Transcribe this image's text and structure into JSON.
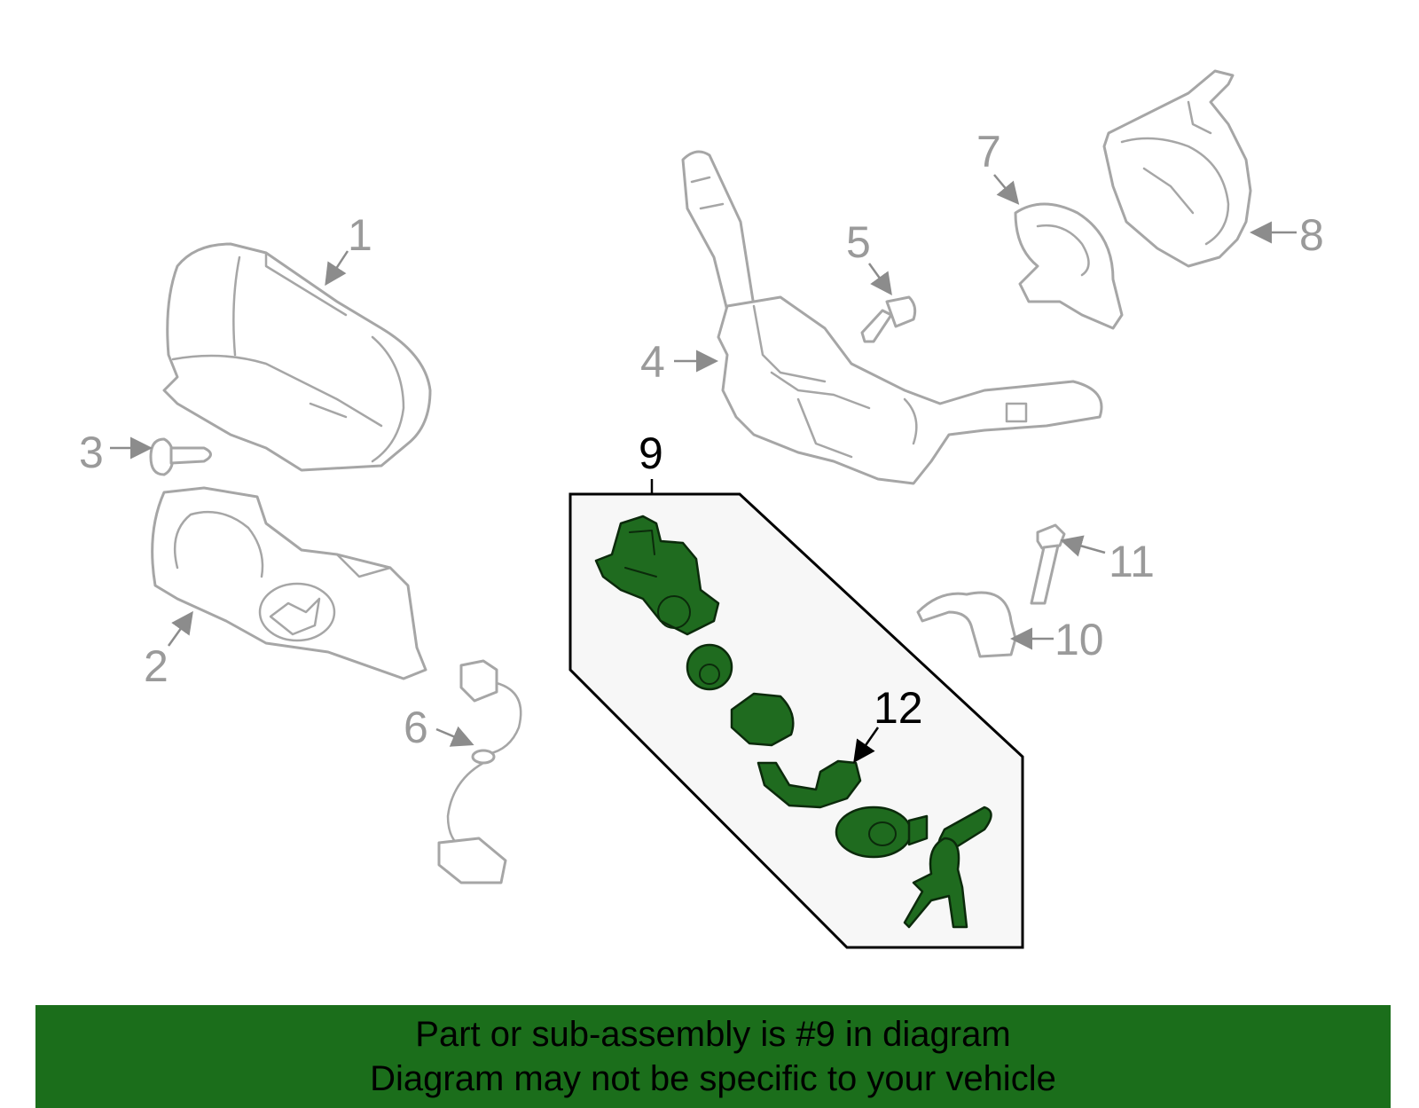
{
  "diagram": {
    "callouts": {
      "c1": "1",
      "c2": "2",
      "c3": "3",
      "c4": "4",
      "c5": "5",
      "c6": "6",
      "c7": "7",
      "c8": "8",
      "c9": "9",
      "c10": "10",
      "c11": "11",
      "c12": "12"
    },
    "highlight_color": "#1f6b1f",
    "highlighted_part": "9"
  },
  "banner": {
    "line1": "Part or sub-assembly is #9 in diagram",
    "line2": "Diagram may not be specific to your vehicle",
    "background": "#1b6e1b"
  }
}
